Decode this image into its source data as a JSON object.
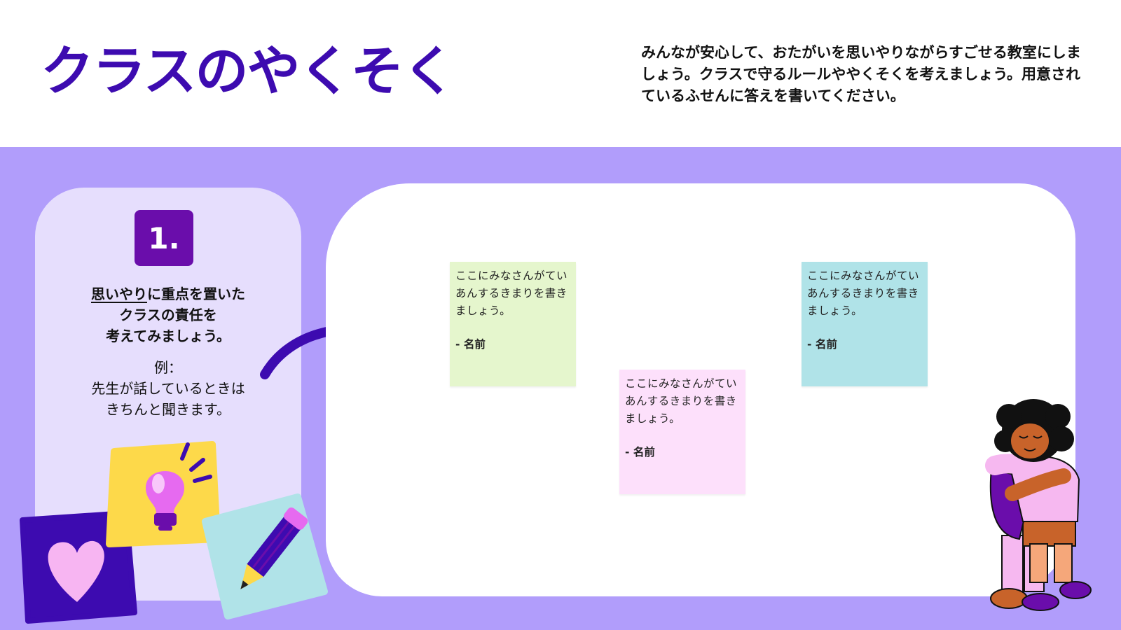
{
  "header": {
    "title": "クラスのやくそく",
    "intro": "みんなが安心して、おたがいを思いやりながらすごせる教室にしましょう。クラスで守るルールややくそくを考えましょう。用意されているふせんに答えを書いてください。"
  },
  "step": {
    "number": "1.",
    "heading_highlight": "思いやり",
    "heading_rest_1": "に重点を置いた",
    "heading_line_2": "クラスの責任を",
    "heading_line_3": "考えてみましょう。",
    "example_label": "例：",
    "example_line_1": "先生が話しているときは",
    "example_line_2": "きちんと聞きます。"
  },
  "notes": [
    {
      "text": "ここにみなさんがていあんするきまりを書きましょう。",
      "name": "- 名前",
      "color": "#e5f6cd"
    },
    {
      "text": "ここにみなさんがていあんするきまりを書きましょう。",
      "name": "- 名前",
      "color": "#fde0fb"
    },
    {
      "text": "ここにみなさんがていあんするきまりを書きましょう。",
      "name": "- 名前",
      "color": "#b0e3e8"
    }
  ],
  "icons": [
    "arrow-icon",
    "heart-icon",
    "lightbulb-icon",
    "pencil-icon",
    "hugging-kids-illustration"
  ],
  "colors": {
    "title": "#3d0bb0",
    "band": "#b19dfb",
    "card": "#e6defd",
    "badge": "#6a0dab"
  }
}
